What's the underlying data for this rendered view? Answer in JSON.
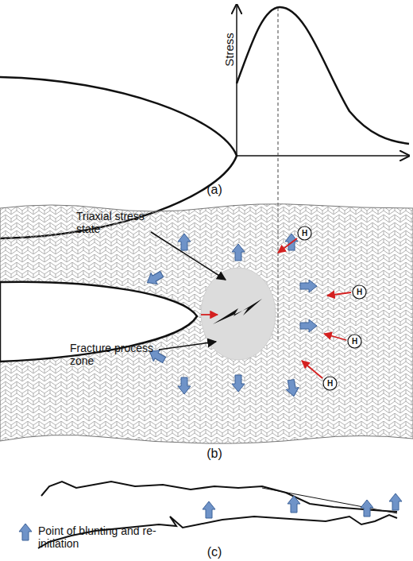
{
  "diagram": {
    "nodes": [
      {
        "text": [
          "H"
        ]
      },
      {
        "text": [
          "H"
        ]
      },
      {
        "text": [
          "H"
        ]
      },
      {
        "text": [
          "H"
        ]
      }
    ],
    "labels": [
      "Stress",
      "(a)",
      "Triaxial stress state",
      "Fracture process zone",
      "(b)",
      "Point of blunting and re-initiation",
      "(c)"
    ]
  }
}
